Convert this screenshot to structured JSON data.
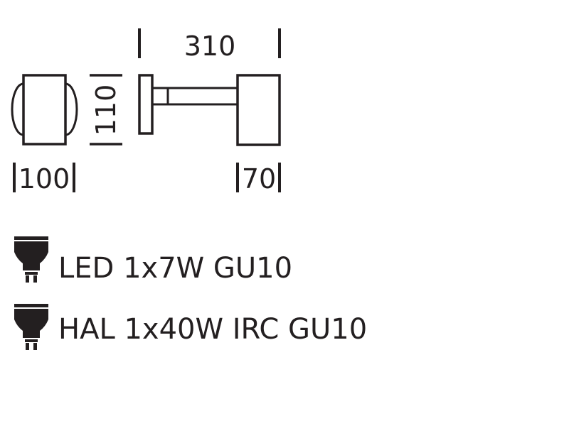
{
  "dimensions": {
    "length": "310",
    "height": "110",
    "front_width": "100",
    "head_width": "70"
  },
  "lamps": [
    {
      "icon": "gu10-bulb-icon",
      "text": "LED 1x7W GU10"
    },
    {
      "icon": "gu10-bulb-icon",
      "text": "HAL 1x40W IRC GU10"
    }
  ],
  "colors": {
    "line": "#231f20",
    "background": "#ffffff"
  }
}
